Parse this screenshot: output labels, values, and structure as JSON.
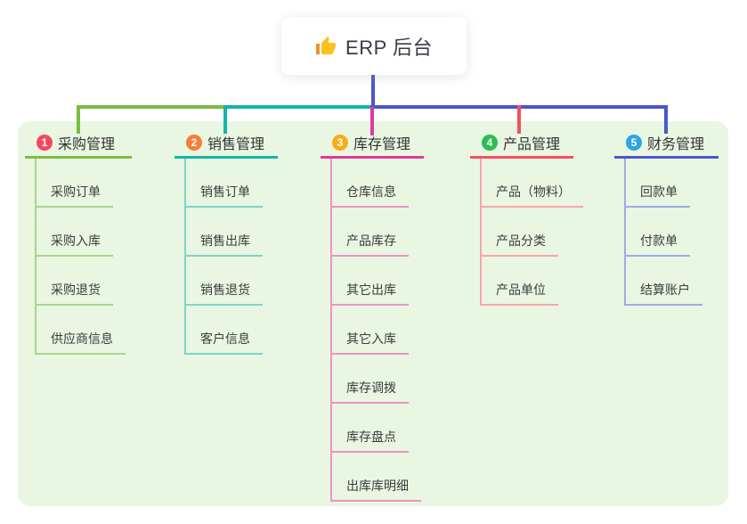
{
  "root": {
    "label": "ERP 后台",
    "icon": "thumbs-up-icon"
  },
  "panel": {
    "background": "#e9f6e2"
  },
  "text_colors": {
    "root": "#363c47",
    "branch_title": "#333333",
    "child": "#3c3c3c"
  },
  "branches": [
    {
      "label": "采购管理",
      "badge": "1",
      "badge_color": "#f4485e",
      "line_color": "#7bbd3f",
      "child_line_color": "#aad48c",
      "children": [
        "采购订单",
        "采购入库",
        "采购退货",
        "供应商信息"
      ]
    },
    {
      "label": "销售管理",
      "badge": "2",
      "badge_color": "#f67e3c",
      "line_color": "#15b3aa",
      "child_line_color": "#80d2cb",
      "children": [
        "销售订单",
        "销售出库",
        "销售退货",
        "客户信息"
      ]
    },
    {
      "label": "库存管理",
      "badge": "3",
      "badge_color": "#f9ac17",
      "line_color": "#e03a9c",
      "child_line_color": "#ee92c6",
      "children": [
        "仓库信息",
        "产品库存",
        "其它出库",
        "其它入库",
        "库存调拨",
        "库存盘点",
        "出库库明细"
      ]
    },
    {
      "label": "产品管理",
      "badge": "4",
      "badge_color": "#2abd51",
      "line_color": "#f74f5b",
      "child_line_color": "#fba4a8",
      "children": [
        "产品（物料）",
        "产品分类",
        "产品单位"
      ]
    },
    {
      "label": "财务管理",
      "badge": "5",
      "badge_color": "#2aa6e1",
      "line_color": "#4a57cb",
      "child_line_color": "#9fabe5",
      "children": [
        "回款单",
        "付款单",
        "结算账户"
      ]
    }
  ]
}
